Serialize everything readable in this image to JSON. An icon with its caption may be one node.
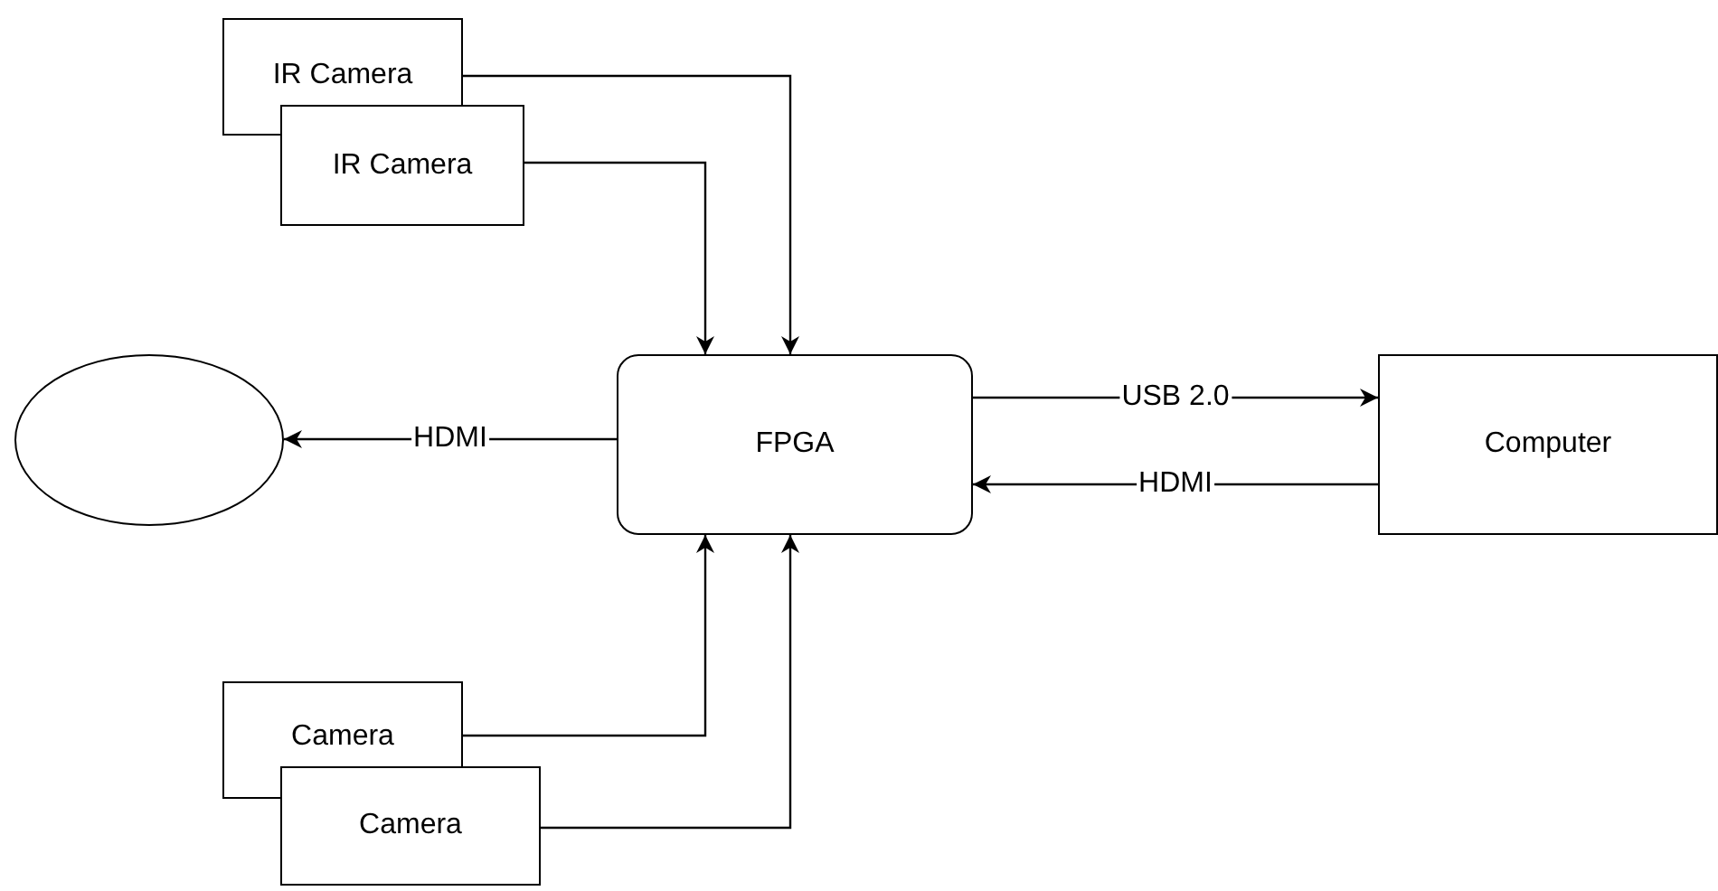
{
  "diagram": {
    "nodes": [
      {
        "text": [
          "IR Camera"
        ]
      },
      {
        "text": [
          "IR Camera"
        ]
      },
      {
        "text": [],
        "shape": "ellipse"
      },
      {
        "text": [
          "FPGA"
        ]
      },
      {
        "text": [
          "Computer"
        ]
      },
      {
        "text": [
          "Camera"
        ]
      },
      {
        "text": [
          "Camera"
        ]
      }
    ],
    "edges": [
      {
        "from": 0,
        "to": 3,
        "arrow": "to"
      },
      {
        "from": 1,
        "to": 3,
        "arrow": "to"
      },
      {
        "from": 3,
        "to": 2,
        "arrow": "to",
        "label": "HDMI"
      },
      {
        "from": 3,
        "to": 4,
        "arrow": "to",
        "label": "USB 2.0"
      },
      {
        "from": 4,
        "to": 3,
        "arrow": "to",
        "label": "HDMI"
      },
      {
        "from": 5,
        "to": 3,
        "arrow": "to"
      },
      {
        "from": 6,
        "to": 3,
        "arrow": "to"
      }
    ]
  }
}
